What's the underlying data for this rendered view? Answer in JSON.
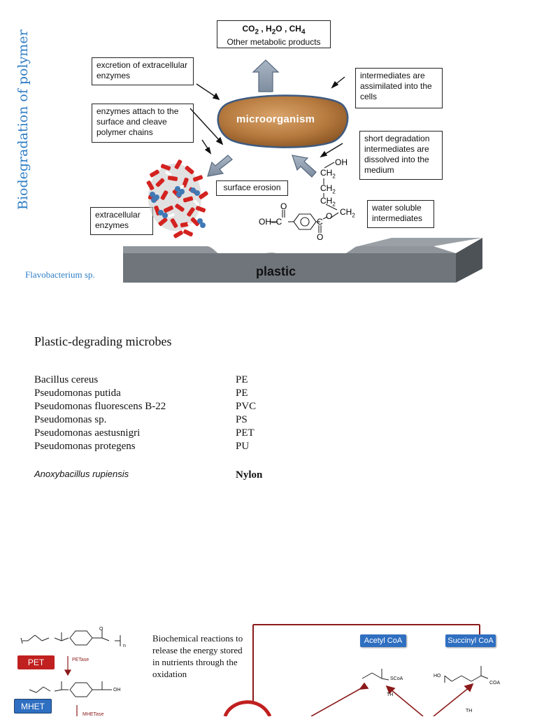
{
  "diagram": {
    "side_title": "Biodegradation of polymer",
    "caption": "Flavobacterium sp.",
    "products_line1_html": "CO<sub>2</sub> , H<sub>2</sub>O , CH<sub>4</sub>",
    "products_line2": "Other metabolic products",
    "excretion": "excretion of extracellular enzymes",
    "attach": "enzymes attach to the surface and cleave polymer chains",
    "intermediates_assimilated": "intermediates are assimilated into the cells",
    "short_degradation": "short degradation intermediates are dissolved into the medium",
    "microorganism": "microorganism",
    "surface_erosion": "surface erosion",
    "extracellular_enzymes": "extracellular enzymes",
    "water_soluble": "water soluble intermediates",
    "plastic": "plastic",
    "chem_oh": "OH",
    "chem_ch2_a": "CH2",
    "chem_ch2_b": "CH2",
    "chem_ch2_c": "CH2",
    "chem_ch2_d": "CH2",
    "chem_ohc": "OH–C",
    "chem_o_top": "O",
    "chem_o_bottom": "O",
    "chem_o_link": "O",
    "chem_c2": "C"
  },
  "microbes": {
    "heading": "Plastic-degrading microbes",
    "rows": [
      {
        "name": "Bacillus cereus",
        "plastic": "PE"
      },
      {
        "name": "Pseudomonas putida",
        "plastic": "PE"
      },
      {
        "name": "Pseudomonas fluorescens B-22",
        "plastic": "PVC"
      },
      {
        "name": "Pseudomonas sp.",
        "plastic": "PS"
      },
      {
        "name": "Pseudomonas aestusnigri",
        "plastic": "PET"
      },
      {
        "name": "Pseudomonas protegens",
        "plastic": "PU"
      }
    ],
    "extra": {
      "name": "Anoxybacillus rupiensis",
      "plastic": "Nylon"
    }
  },
  "pathway": {
    "pet_label": "PET",
    "pet_enzyme": "PETase",
    "mhet_label": "MHET",
    "mhet_enzyme": "MHETase",
    "description": "Biochemical reactions to release the energy stored in nutrients through the oxidation",
    "acetyl": "Acetyl CoA",
    "succinyl": "Succinyl CoA",
    "scoa": "SCoA",
    "coa": "COA",
    "ho": "HO",
    "th1": "TH",
    "th2": "TH",
    "n_sub": "n",
    "oh_small": "OH",
    "o_small": "O"
  },
  "colors": {
    "accent_blue": "#2e7dc4",
    "pet_red": "#c0201f",
    "mhet_blue": "#2f6fc1",
    "dark_red": "#8b1a1a"
  }
}
